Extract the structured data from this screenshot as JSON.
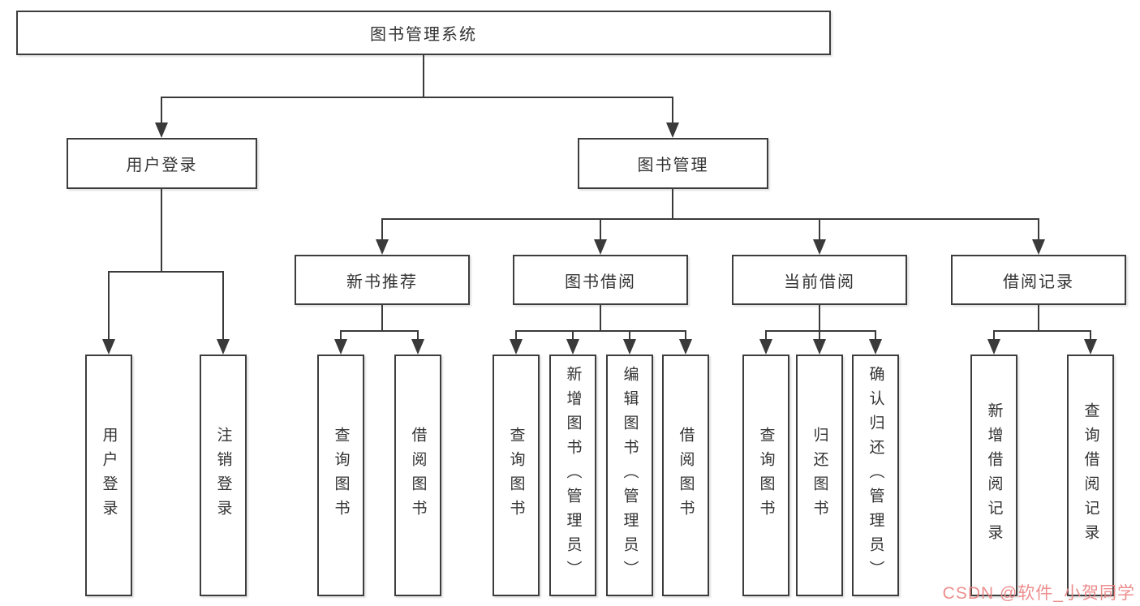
{
  "diagram_title": "图书管理系统",
  "tree": {
    "root": {
      "label": "图书管理系统"
    },
    "user_login": {
      "label": "用户登录",
      "children": [
        "用户登录",
        "注销登录"
      ]
    },
    "book_management": {
      "label": "图书管理"
    },
    "new_book_recommend": {
      "label": "新书推荐",
      "children": [
        "查询图书",
        "借阅图书"
      ]
    },
    "book_borrow": {
      "label": "图书借阅",
      "children": [
        "查询图书",
        "新增图书（管理员）",
        "编辑图书（管理员）",
        "借阅图书"
      ]
    },
    "current_borrow": {
      "label": "当前借阅",
      "children": [
        "查询图书",
        "归还图书",
        "确认归还（管理员）"
      ]
    },
    "borrow_record": {
      "label": "借阅记录",
      "children": [
        "新增借阅记录",
        "查询借阅记录"
      ]
    }
  },
  "watermark": {
    "text": "CSDN @软件_小贺同学"
  },
  "colors": {
    "background": "#ffffff",
    "border": "#3d3d3d",
    "line": "#3a3a3a",
    "text": "#333333",
    "watermark": "#eb8282"
  }
}
